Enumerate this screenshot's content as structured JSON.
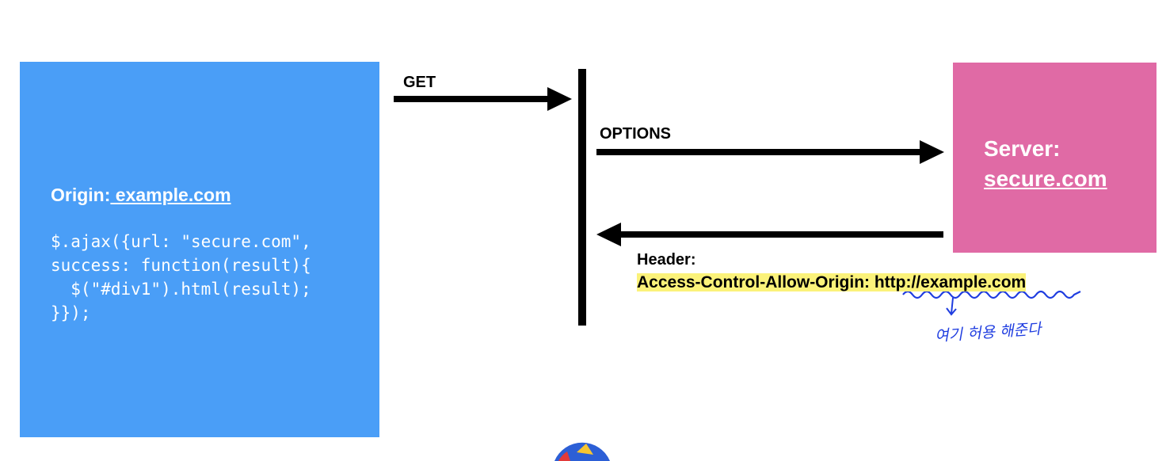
{
  "origin": {
    "label": "Origin:",
    "host": " example.com",
    "code": "$.ajax({url: \"secure.com\",\nsuccess: function(result){\n  $(\"#div1\").html(result);\n}});"
  },
  "server": {
    "label": "Server:",
    "host": "secure.com"
  },
  "arrows": {
    "get": "GET",
    "options": "OPTIONS"
  },
  "response": {
    "header_label": "Header:",
    "header_name": "Access-Control-Allow-Origin:",
    "header_value": " http://example.com"
  },
  "annotation": {
    "note": "여기 허용 해준다"
  },
  "colors": {
    "origin_box": "#4a9ef7",
    "server_box": "#e06aa5",
    "highlight": "#fbf27a",
    "annotation_ink": "#1f3de0"
  }
}
